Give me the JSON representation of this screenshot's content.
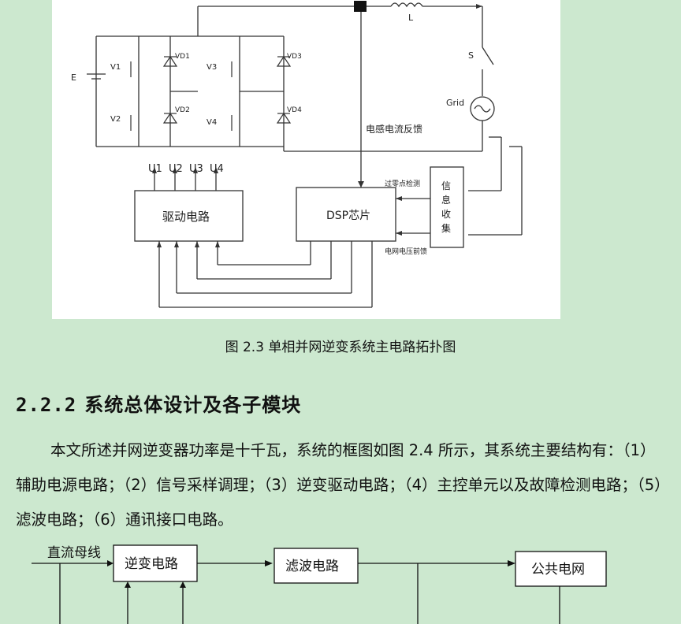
{
  "figure_top": {
    "labels": {
      "L": "L",
      "S": "S",
      "E": "E",
      "Grid": "Grid",
      "V1": "V1",
      "V2": "V2",
      "V3": "V3",
      "V4": "V4",
      "VD1": "VD1",
      "VD2": "VD2",
      "VD3": "VD3",
      "VD4": "VD4",
      "feedback": "电感电流反馈",
      "U1": "U1",
      "U2": "U2",
      "U3": "U3",
      "U4": "U4",
      "driver": "驱动电路",
      "dsp": "DSP芯片",
      "info_1": "信",
      "info_2": "息",
      "info_3": "收",
      "info_4": "集",
      "zero_cross": "过零点检测",
      "grid_voltage": "电网电压前馈"
    }
  },
  "caption": "图 2.3  单相并网逆变系统主电路拓扑图",
  "section": {
    "number": "2.2.2",
    "title": "系统总体设计及各子模块"
  },
  "paragraph": "本文所述并网逆变器功率是十千瓦，系统的框图如图 2.4 所示，其系统主要结构有：（1）辅助电源电路；（2）信号采样调理；（3）逆变驱动电路；（4）主控单元以及故障检测电路；（5）滤波电路；（6）通讯接口电路。",
  "figure_bottom": {
    "dc_bus": "直流母线",
    "inverter": "逆变电路",
    "filter": "滤波电路",
    "grid": "公共电网"
  }
}
